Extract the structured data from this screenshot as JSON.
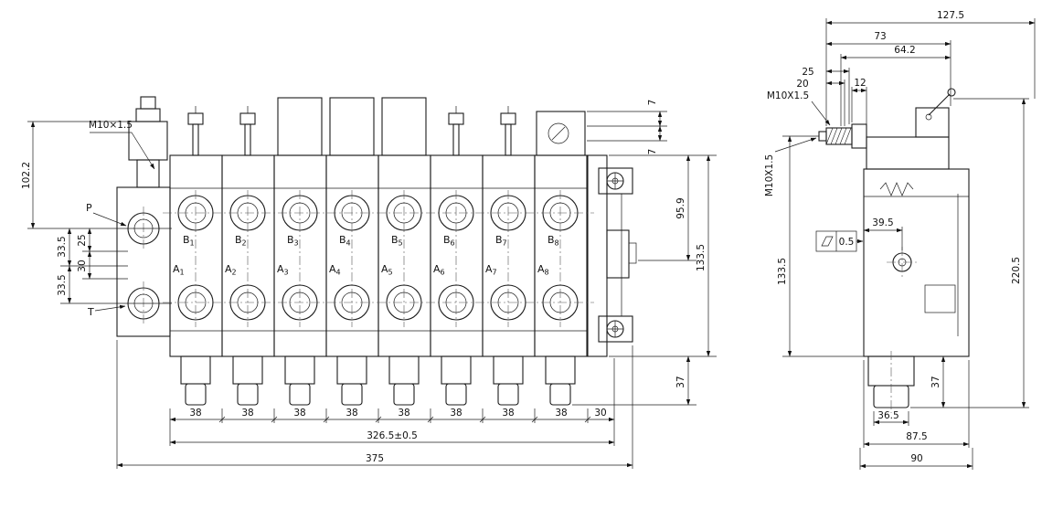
{
  "drawing": {
    "front_view": {
      "relief_thread_label": "M10×1.5",
      "port_p": "P",
      "port_t": "T",
      "b_ports": [
        {
          "letter": "B",
          "sub": "1"
        },
        {
          "letter": "B",
          "sub": "2"
        },
        {
          "letter": "B",
          "sub": "3"
        },
        {
          "letter": "B",
          "sub": "4"
        },
        {
          "letter": "B",
          "sub": "5"
        },
        {
          "letter": "B",
          "sub": "6"
        },
        {
          "letter": "B",
          "sub": "7"
        },
        {
          "letter": "B",
          "sub": "8"
        }
      ],
      "a_ports": [
        {
          "letter": "A",
          "sub": "1"
        },
        {
          "letter": "A",
          "sub": "2"
        },
        {
          "letter": "A",
          "sub": "3"
        },
        {
          "letter": "A",
          "sub": "4"
        },
        {
          "letter": "A",
          "sub": "5"
        },
        {
          "letter": "A",
          "sub": "6"
        },
        {
          "letter": "A",
          "sub": "7"
        },
        {
          "letter": "A",
          "sub": "8"
        }
      ],
      "dim_left_height": "102.2",
      "dim_stack": [
        "33.5",
        "25",
        "30",
        "33.5"
      ],
      "dim_seven_upper": "7",
      "dim_seven_lower": "7",
      "dim_right_upper": "95.9",
      "dim_right_total": "133.5",
      "dim_cap_height": "37",
      "dim_chain": [
        "38",
        "38",
        "38",
        "38",
        "38",
        "38",
        "38",
        "38",
        "30"
      ],
      "dim_total_inner": "326.5±0.5",
      "dim_total_overall": "375"
    },
    "side_view": {
      "dim_width_overall": "127.5",
      "dim_width_73": "73",
      "dim_width_64_2": "64.2",
      "dim_25": "25",
      "dim_20": "20",
      "thread_label_top": "M10X1.5",
      "dim_12": "12",
      "thread_label_side": "M10X1.5",
      "dim_39_5": "39.5",
      "dim_height_133_5": "133.5",
      "dim_height_overall": "220.5",
      "flatness_tolerance": "0.5",
      "dim_cap_height": "37",
      "dim_cap_width": "36.5",
      "dim_body_width": "87.5",
      "dim_base_width": "90"
    }
  }
}
